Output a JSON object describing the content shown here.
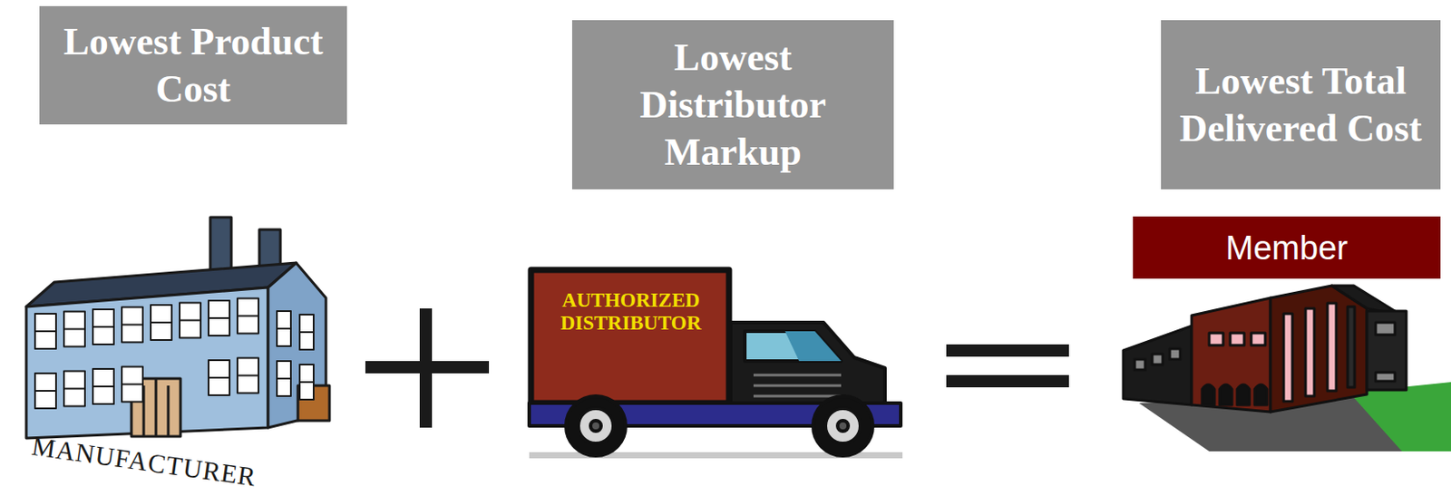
{
  "diagram": {
    "nodes": [
      {
        "text": [
          "Lowest Product Cost"
        ]
      },
      {
        "text": [
          "Lowest Distributor Markup"
        ]
      },
      {
        "text": [
          "Lowest Total Delivered Cost"
        ]
      },
      {
        "text": [
          "Member"
        ]
      }
    ],
    "labels": [
      "MANUFACTURER",
      "AUTHORIZED DISTRIBUTOR"
    ]
  }
}
